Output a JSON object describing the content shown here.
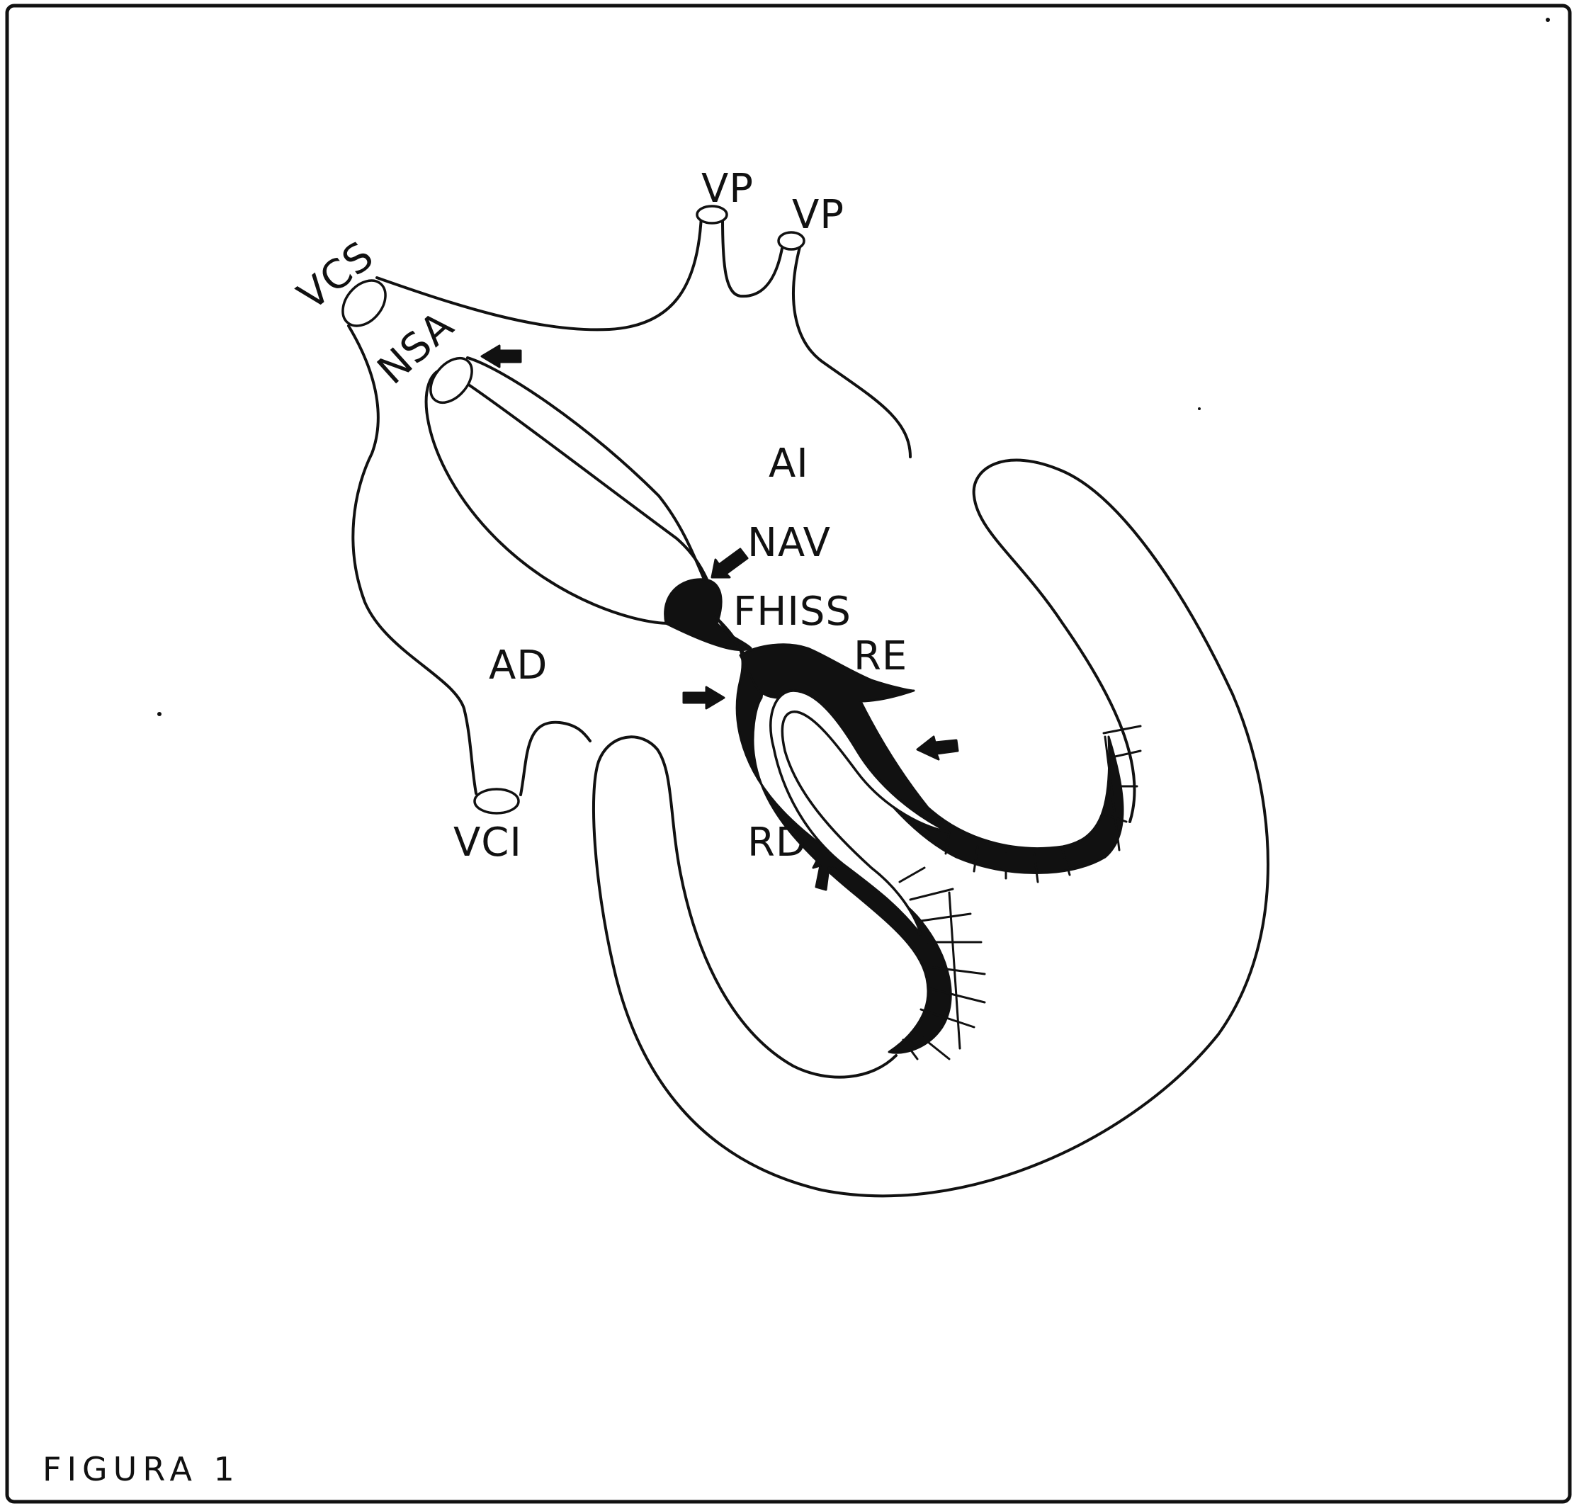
{
  "labels": {
    "vcs": "VCS",
    "vp_1": "VP",
    "vp_2": "VP",
    "nsa": "NSA",
    "ai": "AI",
    "nav": "NAV",
    "fhiss": "FHISS",
    "re": "RE",
    "ad": "AD",
    "vci": "VCI",
    "rd": "RD"
  },
  "caption": "FIGURA 1",
  "colors": {
    "ink": "#111111",
    "paper": "#ffffff"
  }
}
